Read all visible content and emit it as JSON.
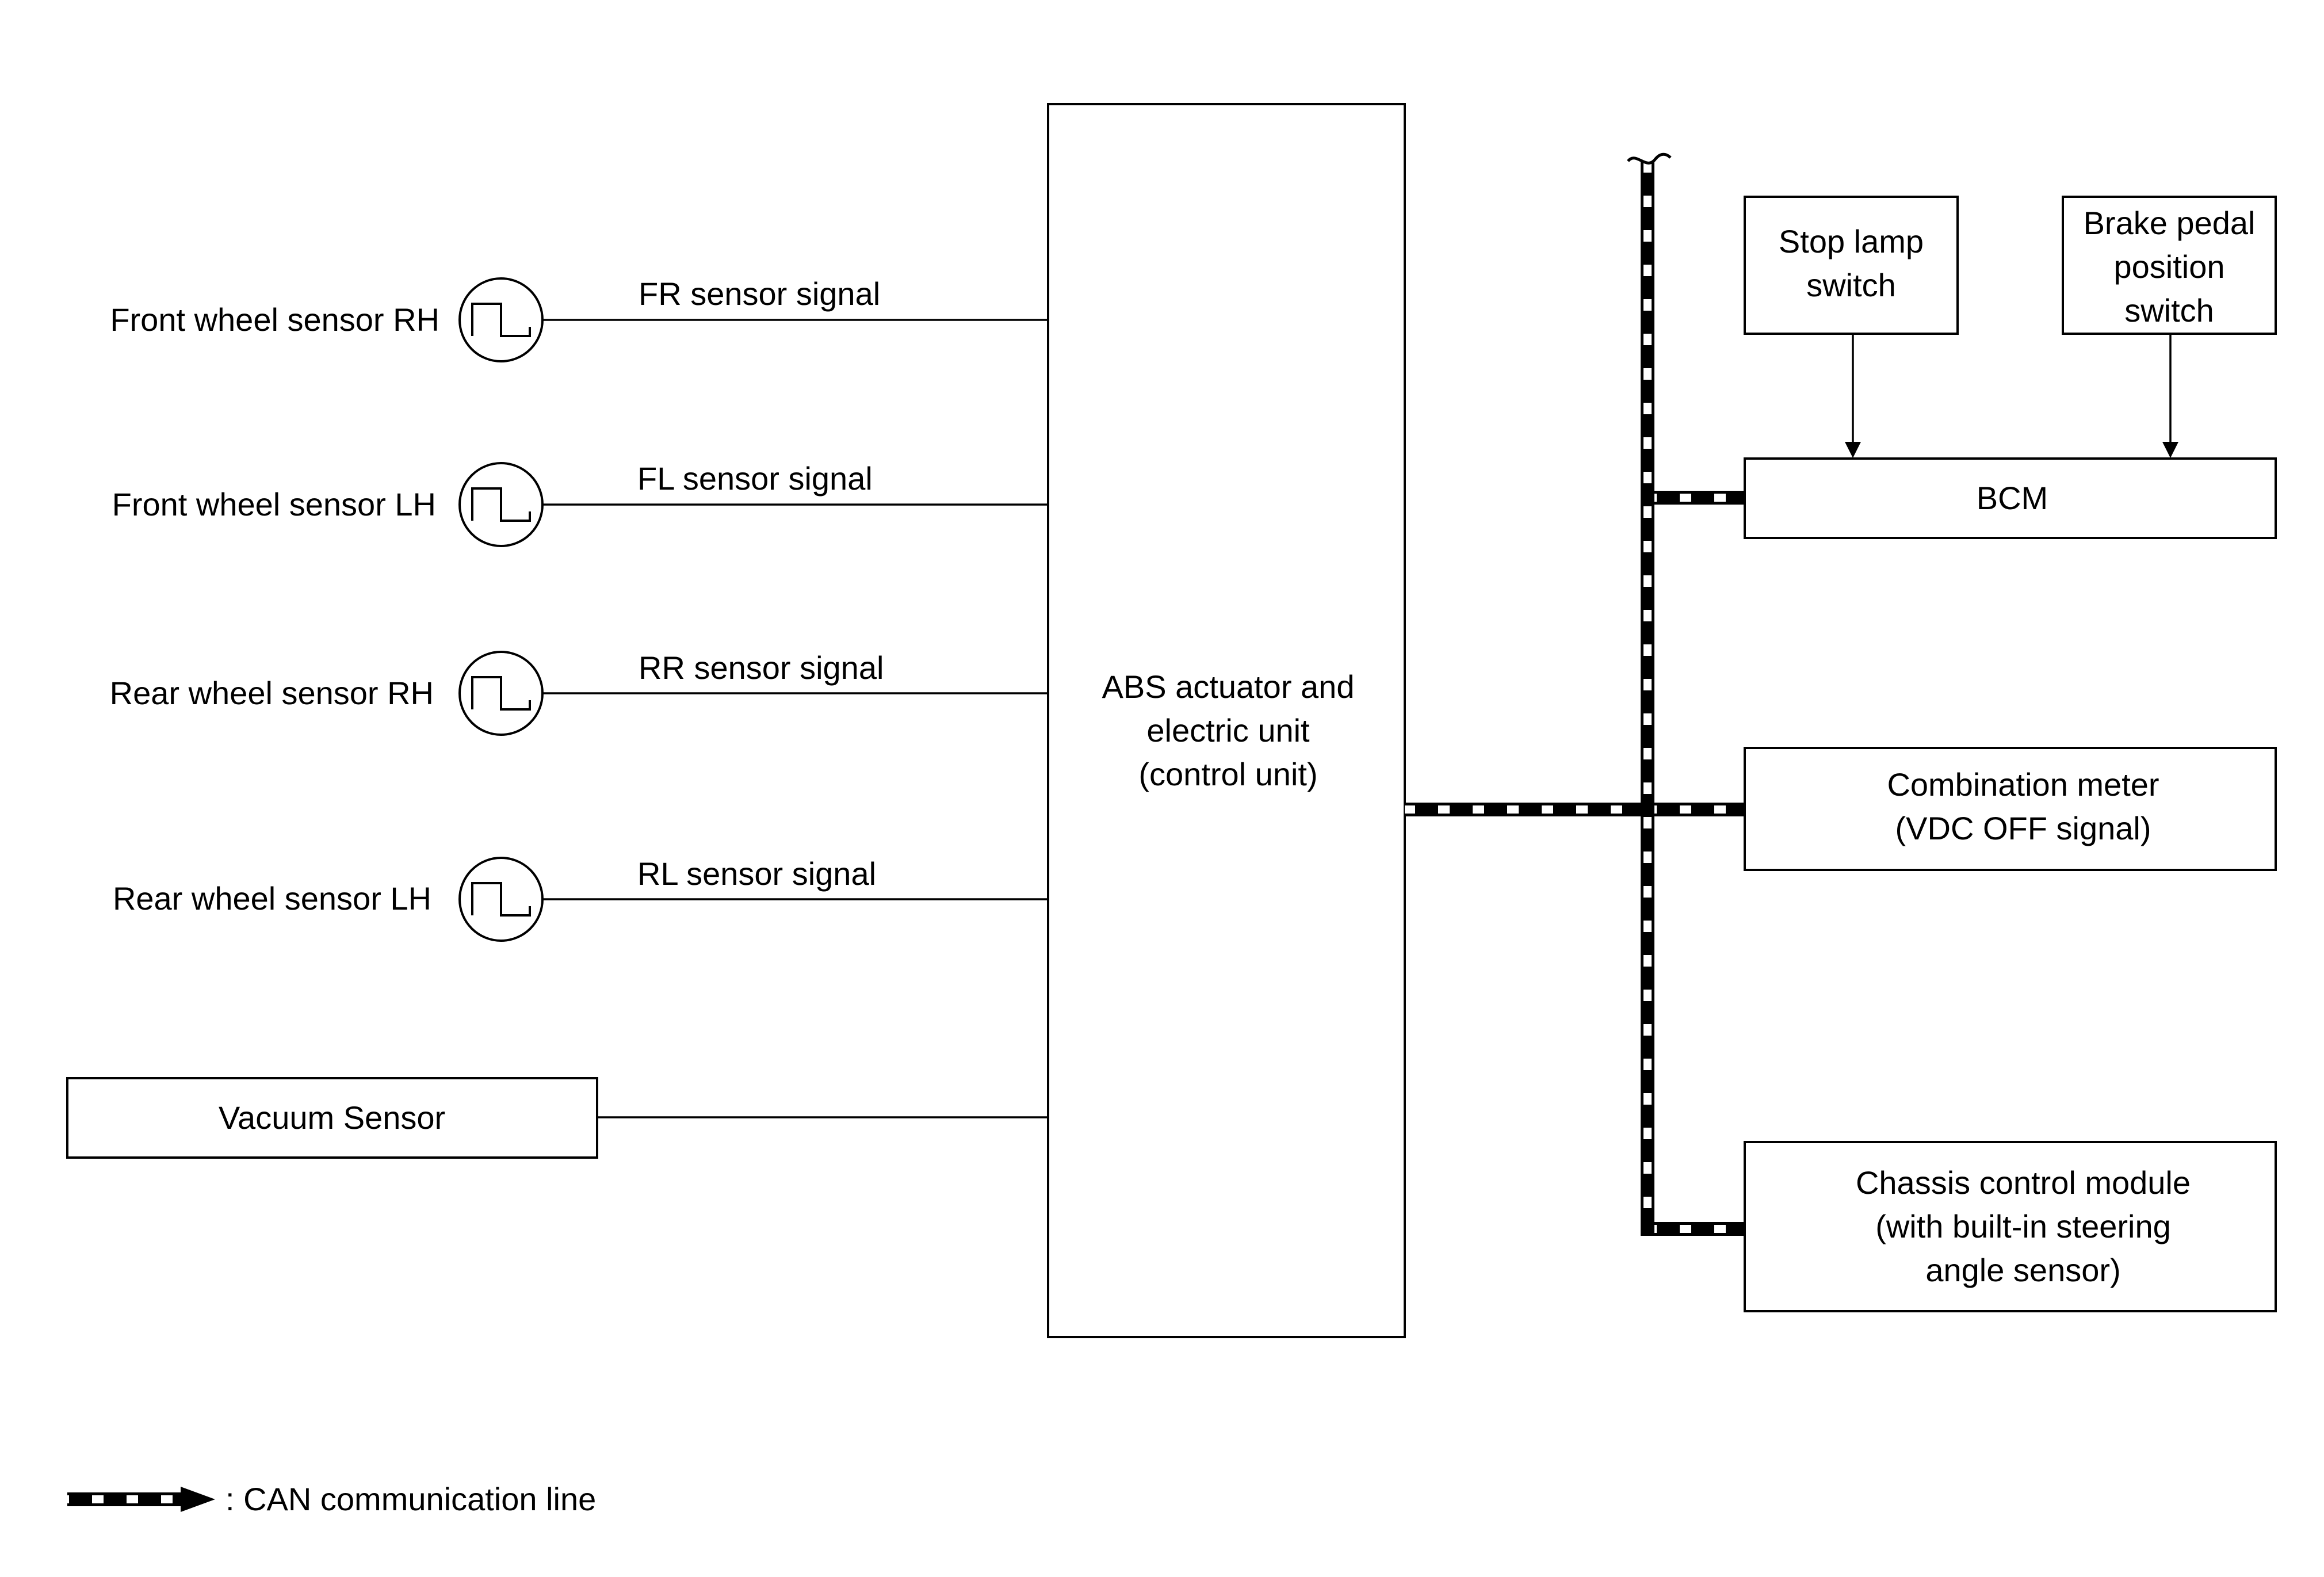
{
  "sensors": [
    {
      "label": "Front wheel sensor RH",
      "signal": "FR sensor signal"
    },
    {
      "label": "Front wheel sensor LH",
      "signal": "FL sensor signal"
    },
    {
      "label": "Rear wheel sensor RH",
      "signal": "RR sensor signal"
    },
    {
      "label": "Rear wheel sensor LH",
      "signal": "RL sensor signal"
    }
  ],
  "vacuum_sensor": "Vacuum Sensor",
  "abs_unit": [
    "ABS actuator and",
    "electric unit",
    "(control unit)"
  ],
  "stop_lamp_switch": [
    "Stop lamp",
    "switch"
  ],
  "brake_pedal_switch": [
    "Brake pedal",
    "position",
    "switch"
  ],
  "bcm": "BCM",
  "combination_meter": [
    "Combination meter",
    "(VDC OFF signal)"
  ],
  "chassis_module": [
    "Chassis control module",
    "(with built-in steering",
    "angle sensor)"
  ],
  "legend": {
    "label": ": CAN communication line"
  },
  "colors": {
    "line": "#000000",
    "background": "#ffffff"
  }
}
